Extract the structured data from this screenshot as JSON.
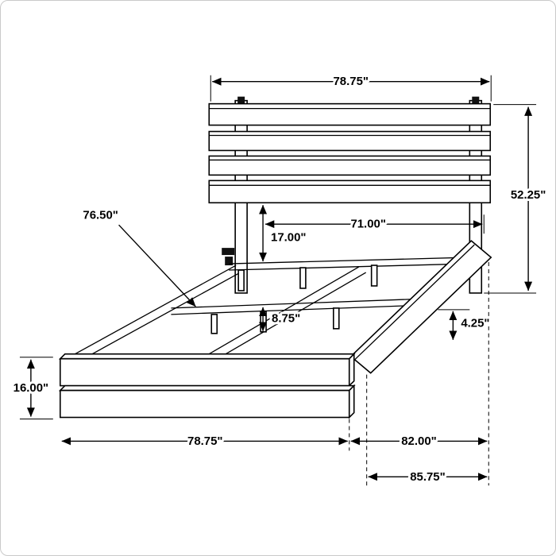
{
  "figure": {
    "name": "Bed frame dimension diagram"
  },
  "labels": {
    "headboard_width": "78.75\"",
    "overall_height": "52.25\"",
    "inner_width": "71.00\"",
    "headboard_clearance": "17.00\"",
    "slat_length": "76.50\"",
    "support_height": "8.75\"",
    "rail_thickness": "4.25\"",
    "footboard_height": "16.00\"",
    "footboard_width": "78.75\"",
    "frame_length": "82.00\"",
    "overall_length": "85.75\""
  }
}
